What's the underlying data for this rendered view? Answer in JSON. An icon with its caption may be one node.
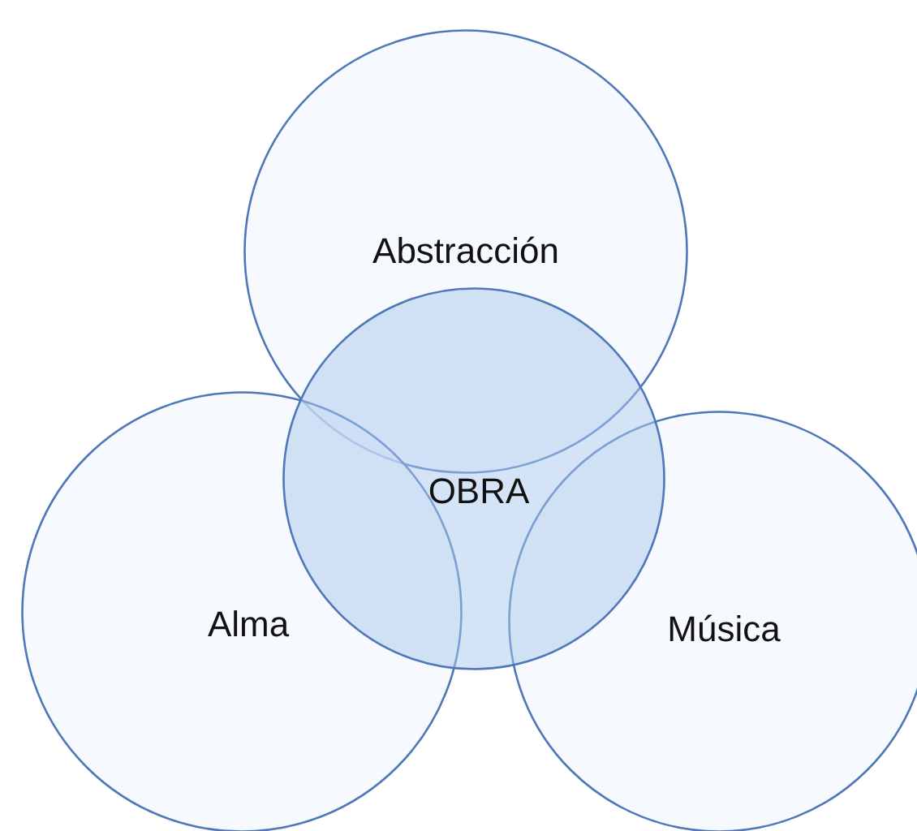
{
  "diagram": {
    "nodes": [
      {
        "text": [
          "Abstracción"
        ]
      },
      {
        "text": [
          "OBRA"
        ]
      },
      {
        "text": [
          "Alma"
        ]
      },
      {
        "text": [
          "Música"
        ]
      }
    ]
  }
}
